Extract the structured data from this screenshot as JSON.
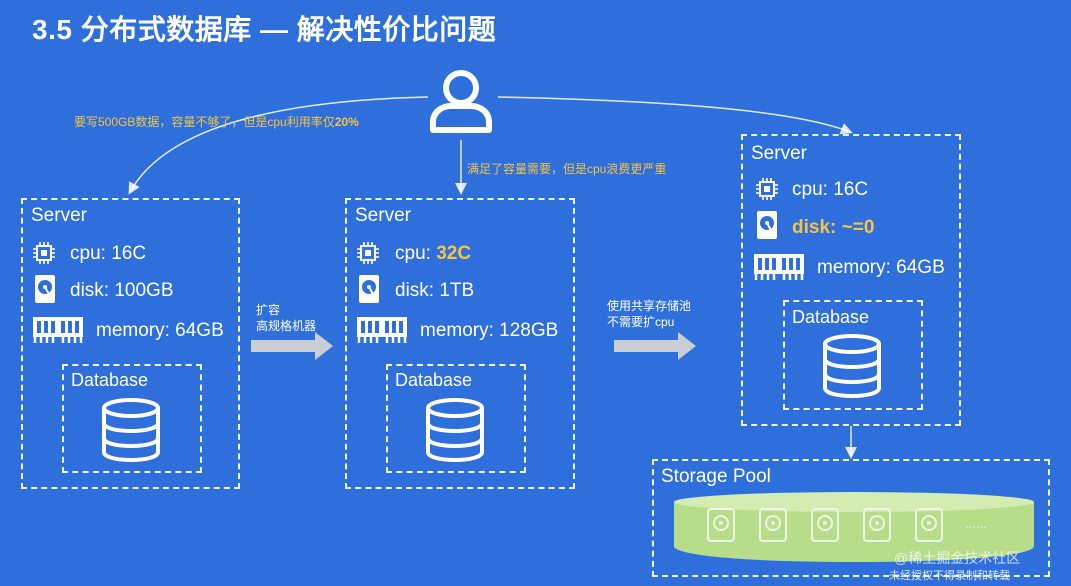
{
  "title": "3.5 分布式数据库 — 解决性价比问题",
  "notes": {
    "left_note_prefix": "要写500GB数据，容量不够了，但是cpu利用率仅",
    "left_note_bold": "20%",
    "middle_note": "满足了容量需要，但是cpu浪费更严重"
  },
  "arrows": {
    "scale_up_line1": "扩容",
    "scale_up_line2": "高规格机器",
    "shared_pool_line1": "使用共享存储池",
    "shared_pool_line2": "不需要扩cpu"
  },
  "servers": [
    {
      "title": "Server",
      "cpu_prefix": "cpu: ",
      "cpu_value": "16C",
      "disk_prefix": "disk: ",
      "disk_value": "100GB",
      "memory": "memory: 64GB",
      "db_label": "Database"
    },
    {
      "title": "Server",
      "cpu_prefix": "cpu: ",
      "cpu_value": "32C",
      "disk_prefix": "disk: ",
      "disk_value": "1TB",
      "memory": "memory: 128GB",
      "db_label": "Database"
    },
    {
      "title": "Server",
      "cpu_prefix": "cpu: ",
      "cpu_value": "16C",
      "disk_prefix": "disk: ",
      "disk_value": "~=0",
      "memory": "memory: 64GB",
      "db_label": "Database"
    }
  ],
  "storage_pool": {
    "label": "Storage Pool",
    "ellipsis": "......"
  },
  "watermark": {
    "line1": "@稀土掘金技术社区",
    "line2": "未经授权不得录制和转载"
  },
  "colors": {
    "background": "#2f6fdc",
    "highlight": "#f4c542",
    "pool": "#b8dd8a"
  },
  "icons": [
    "user-icon",
    "cpu-icon",
    "disk-icon",
    "memory-icon",
    "database-icon",
    "arrow-right-icon"
  ]
}
